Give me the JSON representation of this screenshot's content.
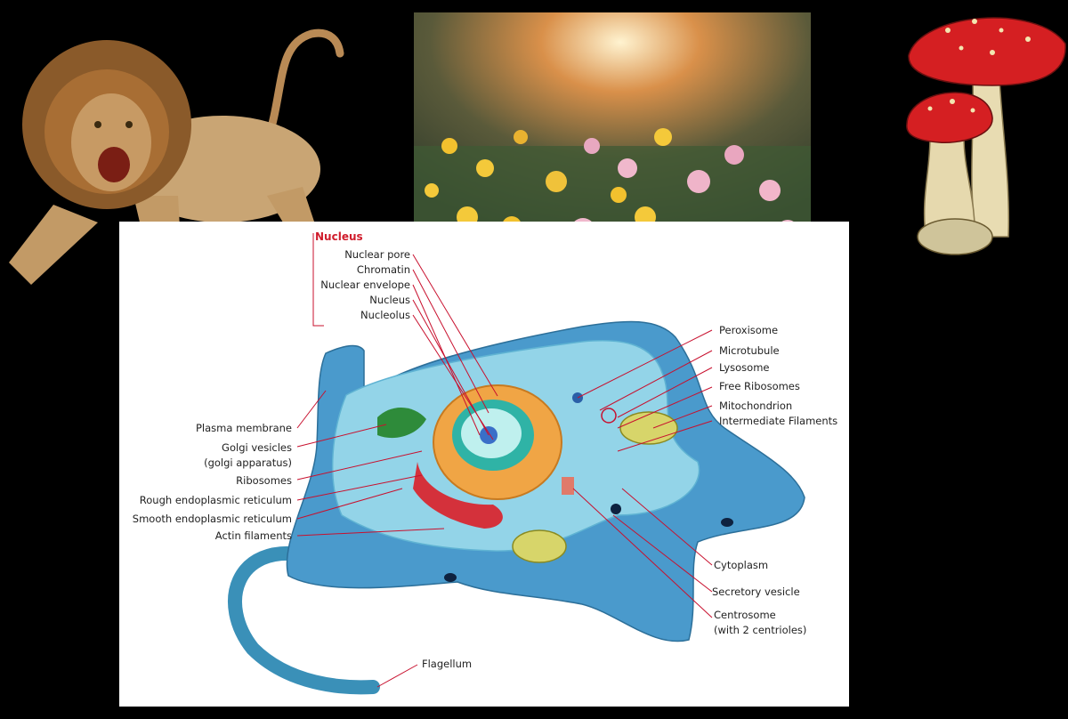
{
  "nucleus_group": {
    "title": "Nucleus",
    "items": [
      "Nuclear pore",
      "Chromatin",
      "Nuclear envelope",
      "Nucleus",
      "Nucleolus"
    ]
  },
  "left_labels": {
    "plasma_membrane": "Plasma membrane",
    "golgi_vesicles": "Golgi vesicles",
    "golgi_apparatus": "(golgi apparatus)",
    "ribosomes": "Ribosomes",
    "rough_er": "Rough endoplasmic reticulum",
    "smooth_er": "Smooth endoplasmic reticulum",
    "actin": "Actin filaments"
  },
  "right_labels": {
    "peroxisome": "Peroxisome",
    "microtubule": "Microtubule",
    "lysosome": "Lysosome",
    "free_ribosomes": "Free Ribosomes",
    "mitochondrion": "Mitochondrion",
    "intermediate": "Intermediate Filaments",
    "cytoplasm": "Cytoplasm",
    "secretory": "Secretory vesicle",
    "centrosome": "Centrosome",
    "centrioles": "(with 2 centrioles)"
  },
  "flagellum": "Flagellum",
  "colors": {
    "background": "#000000",
    "panel": "#ffffff",
    "leader_line": "#c8102e",
    "cell_outer": "#3d8fc4",
    "cell_inner": "#8fd1e6",
    "nucleus_ring": "#f0a545"
  }
}
